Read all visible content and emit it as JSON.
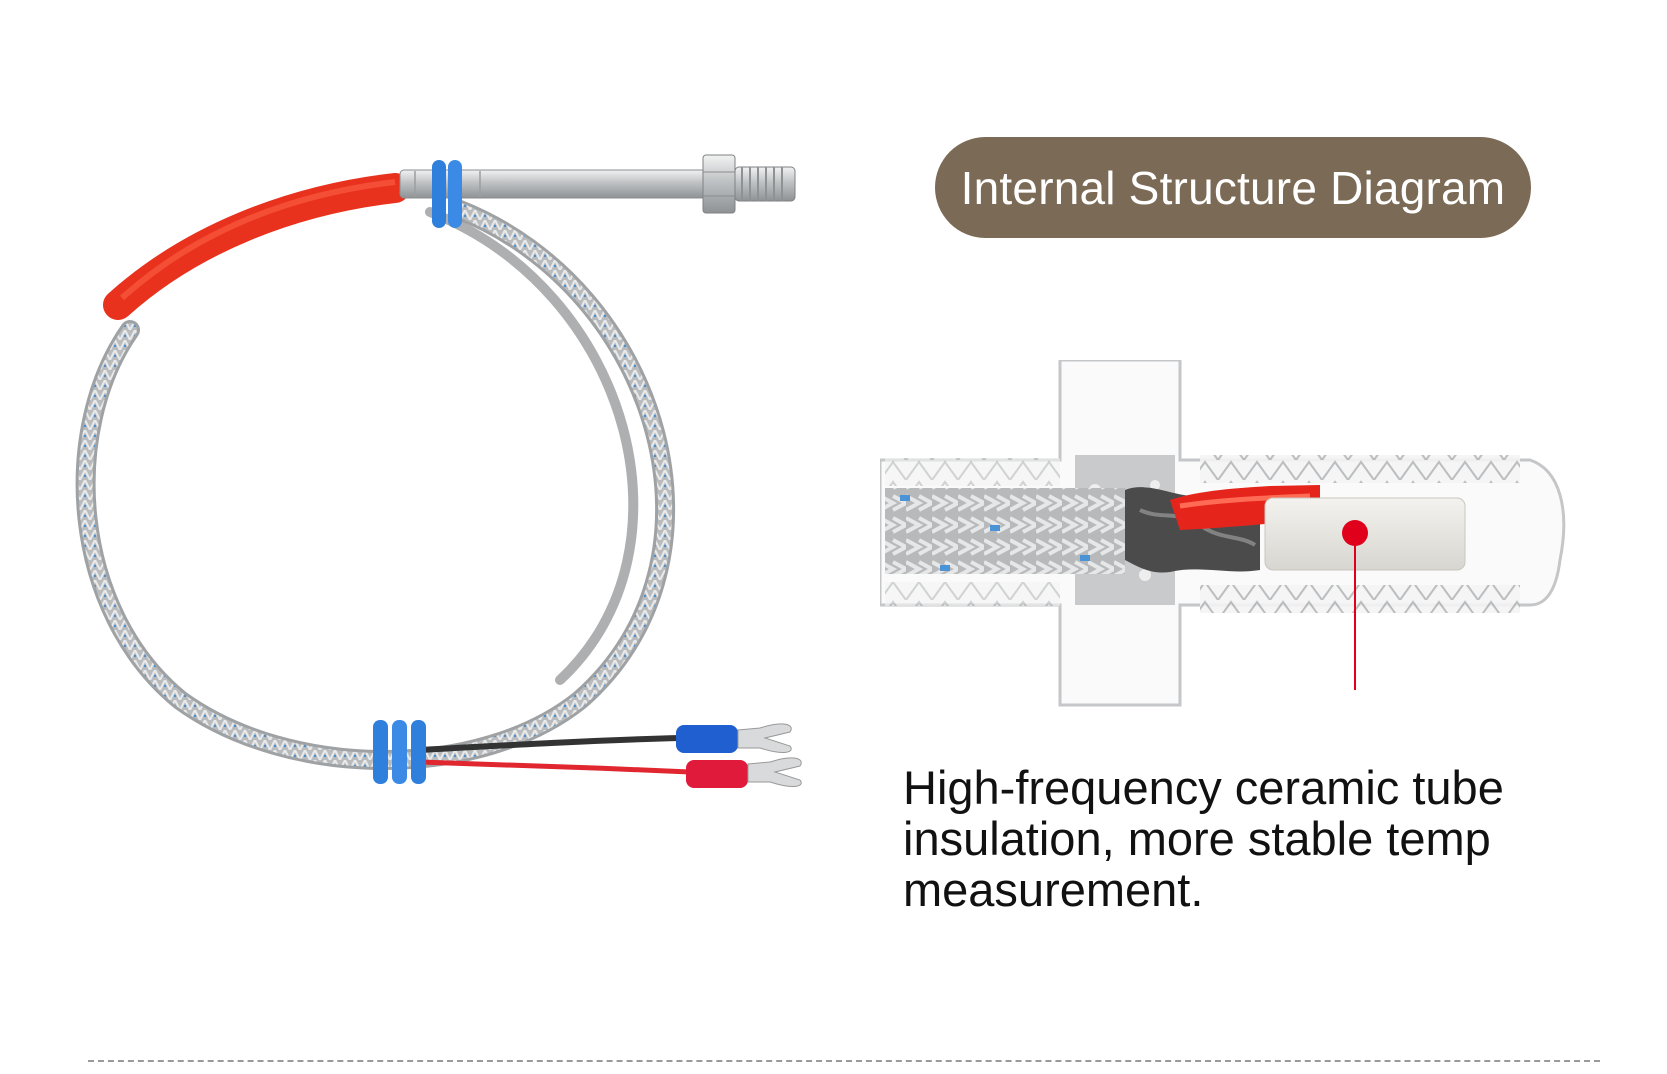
{
  "badge": {
    "title": "Internal Structure Diagram"
  },
  "caption": {
    "line1": "High-frequency ceramic tube",
    "line2": "insulation, more stable temp",
    "line3": "measurement."
  },
  "colors": {
    "badge_bg": "#7b6a55",
    "badge_text": "#ffffff",
    "caption_text": "#111111",
    "sleeve_red": "#e8321e",
    "clip_blue": "#2f7fdc",
    "terminal_blue": "#1f5fd0",
    "terminal_red": "#e01a3a",
    "marker_red": "#e0001b",
    "divider": "#9a9a9a"
  },
  "icons": {
    "product": "thermocouple-probe-photo",
    "diagram": "probe-cross-section",
    "marker": "red-dot-marker"
  }
}
